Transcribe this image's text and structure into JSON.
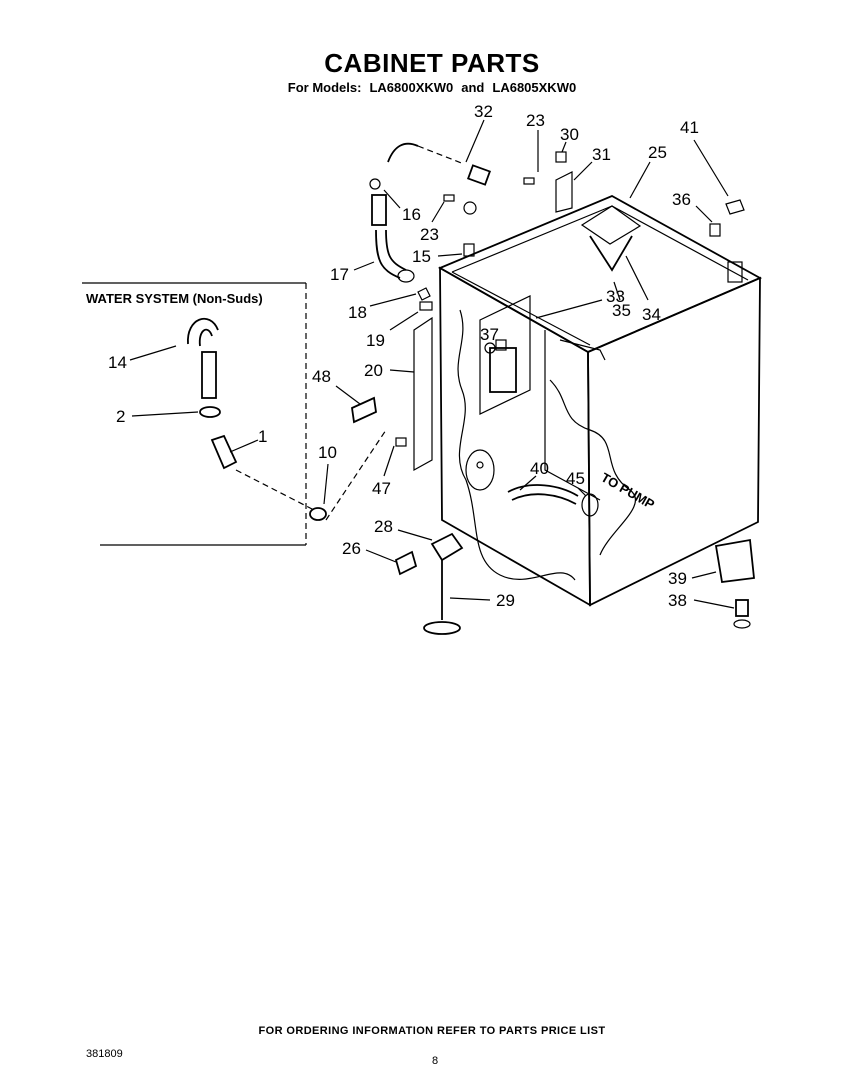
{
  "title": "CABINET PARTS",
  "models": {
    "prefix": "For Models:",
    "model_1": "LA6800XKW0",
    "joiner": "and",
    "model_2": "LA6805XKW0"
  },
  "inset_label": "WATER SYSTEM (Non-Suds)",
  "to_pump": "TO PUMP",
  "callouts": [
    "32",
    "23",
    "30",
    "31",
    "41",
    "25",
    "36",
    "16",
    "23",
    "15",
    "17",
    "18",
    "33",
    "35",
    "34",
    "19",
    "37",
    "20",
    "48",
    "14",
    "2",
    "1",
    "10",
    "40",
    "45",
    "47",
    "28",
    "26",
    "29",
    "39",
    "38"
  ],
  "footer": "FOR ORDERING INFORMATION REFER TO PARTS PRICE LIST",
  "doc_number": "381809",
  "page_number": "8"
}
